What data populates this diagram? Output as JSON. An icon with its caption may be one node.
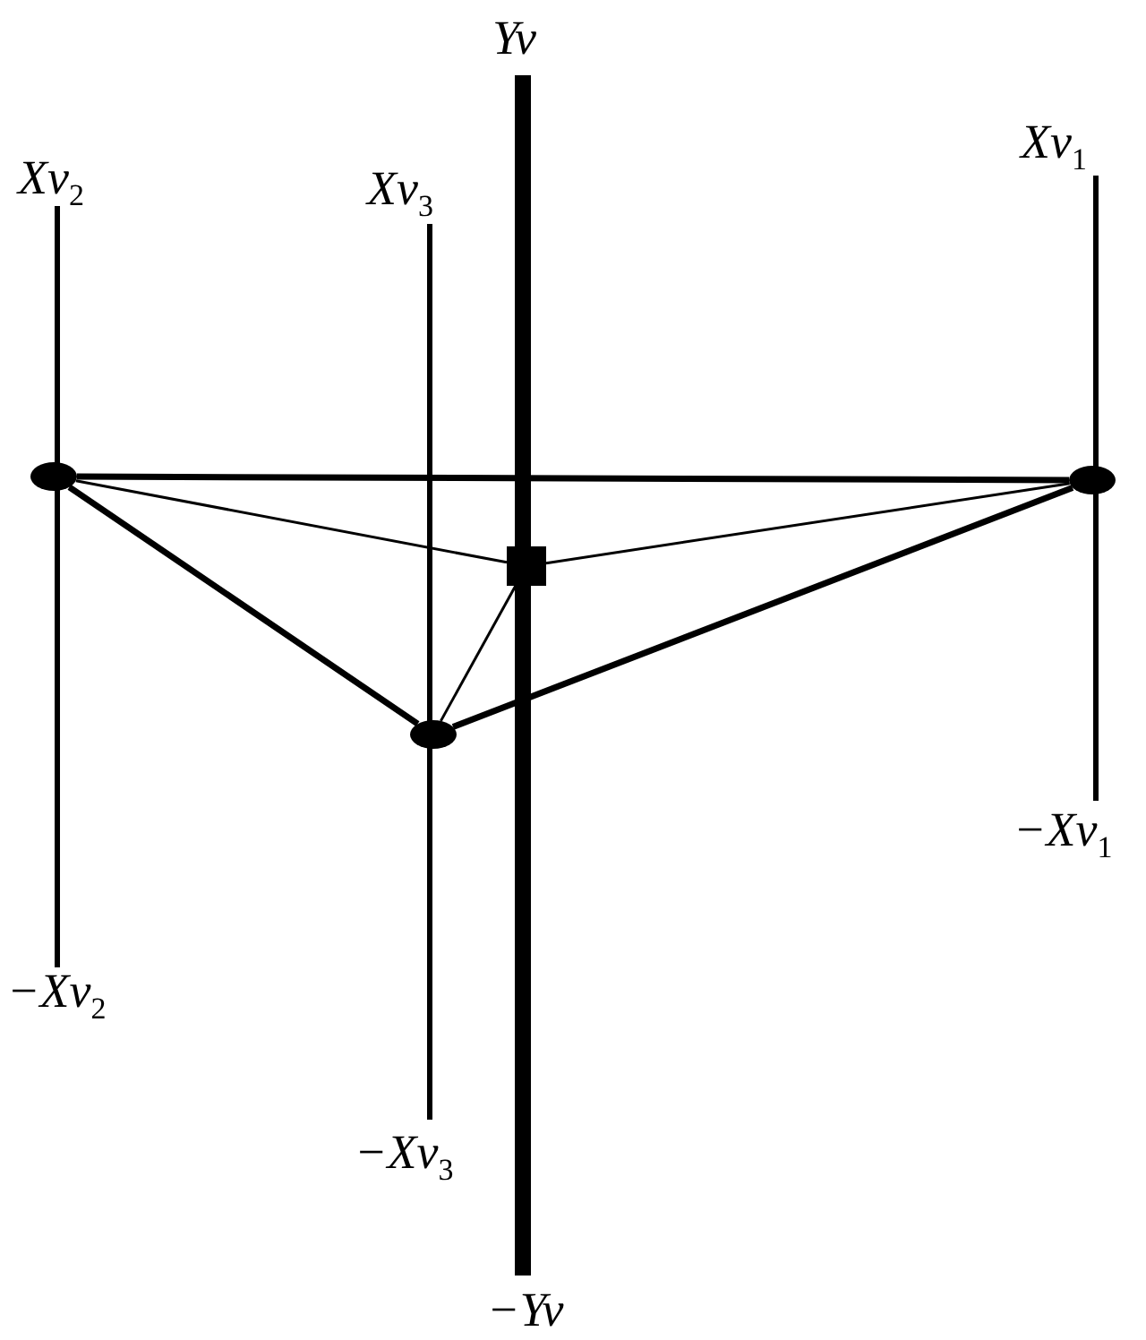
{
  "diagram": {
    "nodes": [
      {
        "text": [],
        "shape": "circle"
      },
      {
        "text": [],
        "shape": "circle"
      },
      {
        "text": [],
        "shape": "circle"
      },
      {
        "text": [],
        "shape": "box"
      }
    ],
    "edges": [
      {
        "from": 0,
        "to": 1,
        "arrow": "none",
        "style": "thick"
      },
      {
        "from": 0,
        "to": 2,
        "arrow": "none",
        "style": "thick"
      },
      {
        "from": 2,
        "to": 1,
        "arrow": "none",
        "style": "thick"
      },
      {
        "from": 0,
        "to": 3,
        "arrow": "none"
      },
      {
        "from": 1,
        "to": 3,
        "arrow": "none"
      },
      {
        "from": 2,
        "to": 3,
        "arrow": "none"
      }
    ],
    "labels": [
      "Yv",
      "Xv$_{2}$",
      "Xv$_{3}$",
      "Xv$_{1}$",
      "−Xv$_{1}$",
      "−Xv$_{2}$",
      "−Xv$_{3}$",
      "−Yv"
    ]
  }
}
